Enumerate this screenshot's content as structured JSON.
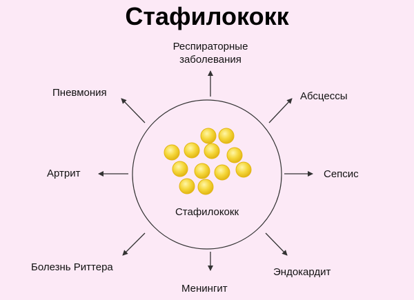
{
  "title": "Стафилококк",
  "center_label": "Стафилококк",
  "colors": {
    "background": "#fce9f6",
    "coccus_fill": "#f5d73b",
    "coccus_edge": "#e2b614",
    "line": "#333333"
  },
  "effects": [
    {
      "id": "respiratory",
      "label_line1": "Респираторные",
      "label_line2": "заболевания"
    },
    {
      "id": "abscesses",
      "label_line1": "Абсцессы"
    },
    {
      "id": "sepsis",
      "label_line1": "Сепсис"
    },
    {
      "id": "endocarditis",
      "label_line1": "Эндокардит"
    },
    {
      "id": "meningitis",
      "label_line1": "Менингит"
    },
    {
      "id": "ritter",
      "label_line1": "Болезнь Риттера"
    },
    {
      "id": "arthritis",
      "label_line1": "Артрит"
    },
    {
      "id": "pneumonia",
      "label_line1": "Пневмония"
    }
  ]
}
